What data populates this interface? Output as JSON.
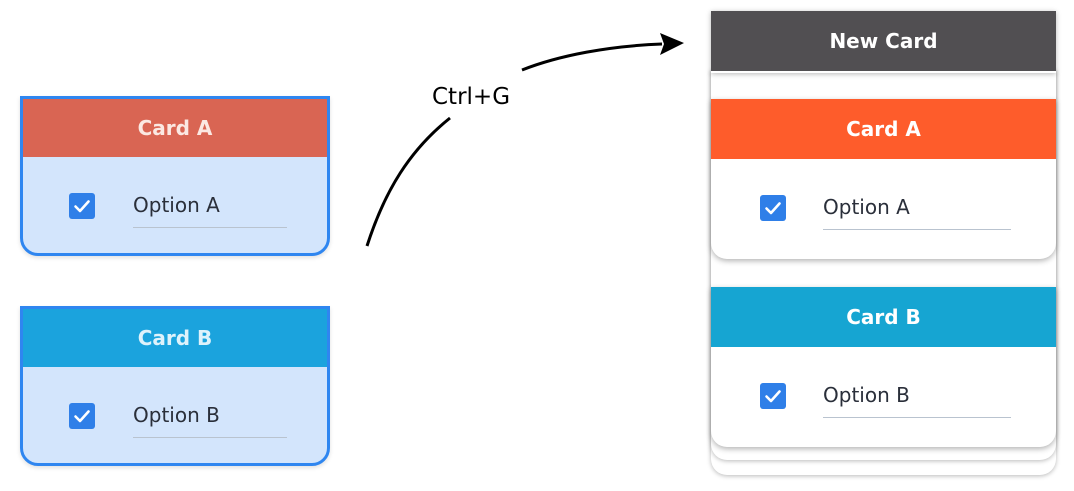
{
  "shortcut_label": "Ctrl+G",
  "source_cards": [
    {
      "title": "Card A",
      "option_label": "Option A",
      "checked": true,
      "header_color": "#d96553"
    },
    {
      "title": "Card B",
      "option_label": "Option B",
      "checked": true,
      "header_color": "#1ba3dd"
    }
  ],
  "result": {
    "group_title": "New Card",
    "group_header_color": "#514f52",
    "cards": [
      {
        "title": "Card A",
        "option_label": "Option A",
        "checked": true,
        "header_color": "#fe5c2b"
      },
      {
        "title": "Card B",
        "option_label": "Option B",
        "checked": true,
        "header_color": "#16a5d2"
      }
    ]
  },
  "colors": {
    "selection_border": "#2f86f0",
    "selection_fill": "#d3e5fc",
    "checkbox": "#2f7fe8"
  }
}
